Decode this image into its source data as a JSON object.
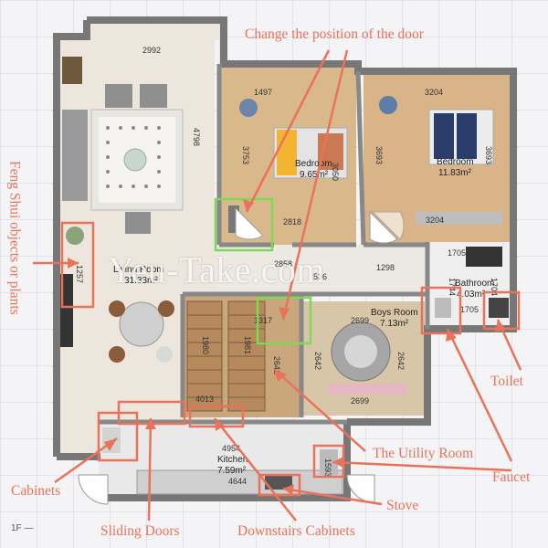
{
  "watermark": "Yeu-Take.com",
  "floor": "1F",
  "rooms": {
    "living": {
      "name": "Living Room",
      "area": "31.33m²"
    },
    "bedroom1": {
      "name": "Bedroom",
      "area": "9.65m²"
    },
    "bedroom2": {
      "name": "Bedroom",
      "area": "11.83m²"
    },
    "bathroom": {
      "name": "Bathroom",
      "area": "4.03m²"
    },
    "boys": {
      "name": "Boys Room",
      "area": "7.13m²"
    },
    "kitchen": {
      "name": "Kitchen",
      "area": "7.59m²"
    }
  },
  "dimensions": {
    "d2992": "2992",
    "d4798": "4798",
    "d1497": "1497",
    "d3753": "3753",
    "d3050": "3050",
    "d2818": "2818",
    "d3204a": "3204",
    "d3693a": "3693",
    "d3693b": "3693",
    "d3204b": "3204",
    "d2858": "2858",
    "d536": "536",
    "d1298": "1298",
    "d1705a": "1705",
    "d1704": "1704",
    "d1705b": "1705",
    "d1744": "1744",
    "d1317": "1317",
    "d2699a": "2699",
    "d2642a": "2642",
    "d2642b": "2642",
    "d2642c": "2642",
    "d2699b": "2699",
    "d1980": "1980",
    "d1981": "1981",
    "d4013": "4013",
    "d4954": "4954",
    "d4644": "4644",
    "d1593": "1593",
    "d1257": "1257"
  },
  "annotations": {
    "door": "Change the position of the door",
    "fengshui": "Feng Shui objects or plants",
    "toilet": "Toilet",
    "utility": "The Utility Room",
    "faucet": "Faucet",
    "cabinets": "Cabinets",
    "stove": "Stove",
    "sliding": "Sliding Doors",
    "downstairs": "Downstairs Cabinets"
  },
  "colors": {
    "annotation": "#e8735a",
    "highlight_box": "#7ed957",
    "wall": "#7a7a7a"
  }
}
